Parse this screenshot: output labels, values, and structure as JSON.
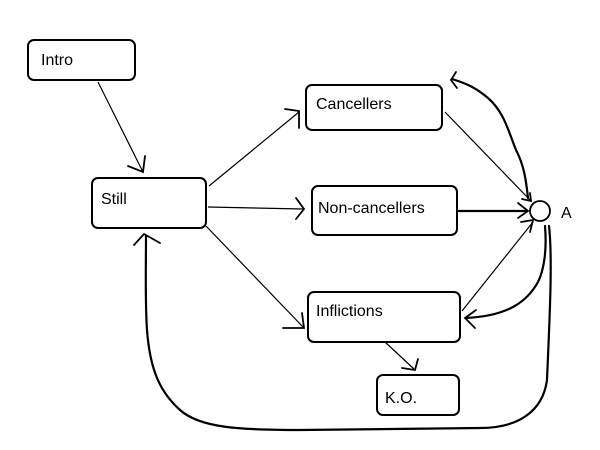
{
  "diagram": {
    "type": "state-diagram",
    "nodes": [
      {
        "id": "intro",
        "label": "Intro"
      },
      {
        "id": "still",
        "label": "Still"
      },
      {
        "id": "cancellers",
        "label": "Cancellers"
      },
      {
        "id": "non_cancellers",
        "label": "Non-cancellers"
      },
      {
        "id": "inflictions",
        "label": "Inflictions"
      },
      {
        "id": "ko",
        "label": "K.O."
      },
      {
        "id": "a",
        "label": "A",
        "shape": "circle"
      }
    ],
    "edges": [
      {
        "from": "intro",
        "to": "still"
      },
      {
        "from": "still",
        "to": "cancellers"
      },
      {
        "from": "still",
        "to": "non_cancellers"
      },
      {
        "from": "still",
        "to": "inflictions"
      },
      {
        "from": "cancellers",
        "to": "a"
      },
      {
        "from": "non_cancellers",
        "to": "a"
      },
      {
        "from": "inflictions",
        "to": "a"
      },
      {
        "from": "a",
        "to": "cancellers",
        "style": "curved"
      },
      {
        "from": "a",
        "to": "inflictions",
        "style": "curved"
      },
      {
        "from": "a",
        "to": "still",
        "style": "curved"
      },
      {
        "from": "inflictions",
        "to": "ko"
      }
    ],
    "stroke_color": "#000000",
    "background_color": "#ffffff"
  }
}
